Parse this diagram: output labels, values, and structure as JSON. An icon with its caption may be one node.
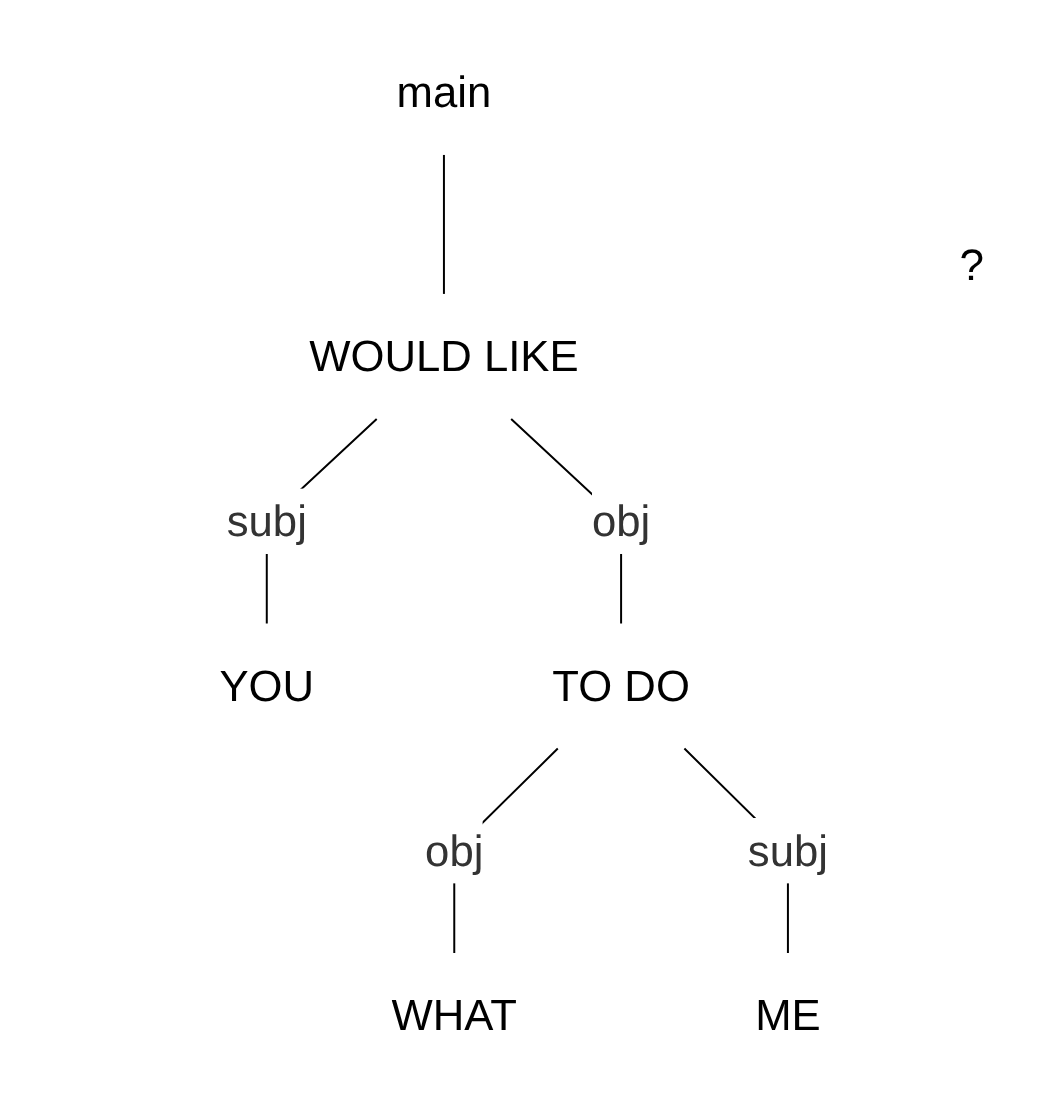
{
  "diagram": {
    "nodes": [
      {
        "text": [
          "main"
        ]
      },
      {
        "text": [
          "WOULD LIKE"
        ]
      },
      {
        "text": [
          "YOU"
        ]
      },
      {
        "text": [
          "TO DO"
        ]
      },
      {
        "text": [
          "WHAT"
        ]
      },
      {
        "text": [
          "ME"
        ]
      }
    ],
    "edges": [
      {
        "from": 0,
        "to": 1,
        "arrow": "none"
      },
      {
        "from": 1,
        "to": 2,
        "arrow": "none",
        "label": "subj"
      },
      {
        "from": 1,
        "to": 3,
        "arrow": "none",
        "label": "obj"
      },
      {
        "from": 3,
        "to": 4,
        "arrow": "none",
        "label": "obj"
      },
      {
        "from": 3,
        "to": 5,
        "arrow": "none",
        "label": "subj"
      }
    ],
    "labels": [
      "?"
    ]
  }
}
